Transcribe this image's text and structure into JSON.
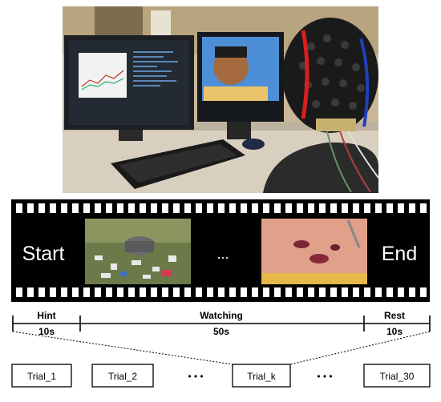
{
  "figure": {
    "photo": {
      "description_icons": [
        "monitor-icon",
        "keyboard-icon",
        "eeg-cap-icon"
      ]
    },
    "film_strip": {
      "start_label": "Start",
      "ellipsis": "...",
      "end_label": "End",
      "frame_images": [
        "garbage-scene-image",
        "wound-hand-image"
      ]
    },
    "timeline": {
      "segments": [
        {
          "name": "Hint",
          "duration": "10s"
        },
        {
          "name": "Watching",
          "duration": "50s"
        },
        {
          "name": "Rest",
          "duration": "10s"
        }
      ]
    },
    "trials": {
      "boxes": [
        "Trial_1",
        "Trial_2",
        "Trial_k",
        "Trial_30"
      ],
      "ellipsis_1": "• • •",
      "ellipsis_2": "• • •"
    },
    "colors": {
      "film": "#000000",
      "perforation": "#ffffff",
      "cap": "#1a1a1a",
      "cap_red_line": "#d62020",
      "cap_blue_line": "#2040c0"
    }
  }
}
